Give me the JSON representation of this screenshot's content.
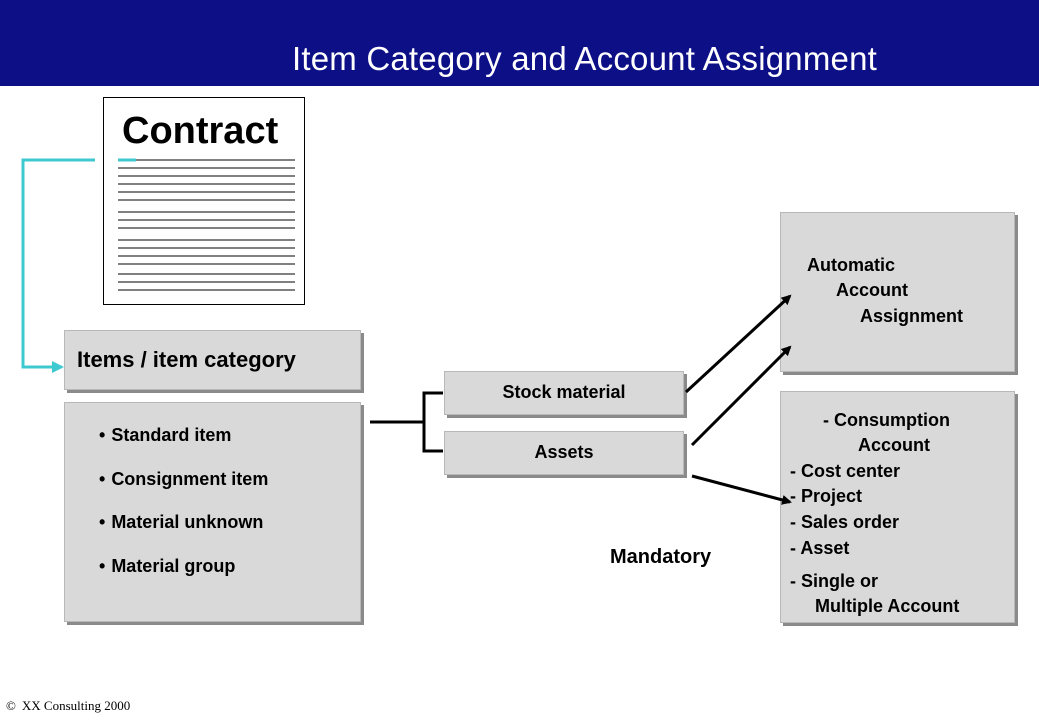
{
  "header": {
    "title": "Item Category and Account Assignment",
    "bg_color": "#0d0f86"
  },
  "contract": {
    "title": "Contract"
  },
  "items_box": {
    "title": "Items / item category",
    "entries": [
      "Standard item",
      "Consignment item",
      "Material unknown",
      "Material group"
    ]
  },
  "stock_material": {
    "label": "Stock material"
  },
  "assets": {
    "label": "Assets"
  },
  "mandatory": {
    "label": "Mandatory"
  },
  "automatic_box": {
    "lines": [
      "Automatic",
      "Account",
      "Assignment"
    ]
  },
  "consumption_box": {
    "lines": [
      "- Consumption",
      "Account",
      "- Cost center",
      "- Project",
      "- Sales order",
      "- Asset",
      "- Single or",
      "Multiple Account"
    ]
  },
  "footer": {
    "symbol": "©",
    "text": "XX Consulting 2000"
  },
  "colors": {
    "connector_cyan": "#3ec8d0",
    "box_gray": "#d9d9d9"
  }
}
